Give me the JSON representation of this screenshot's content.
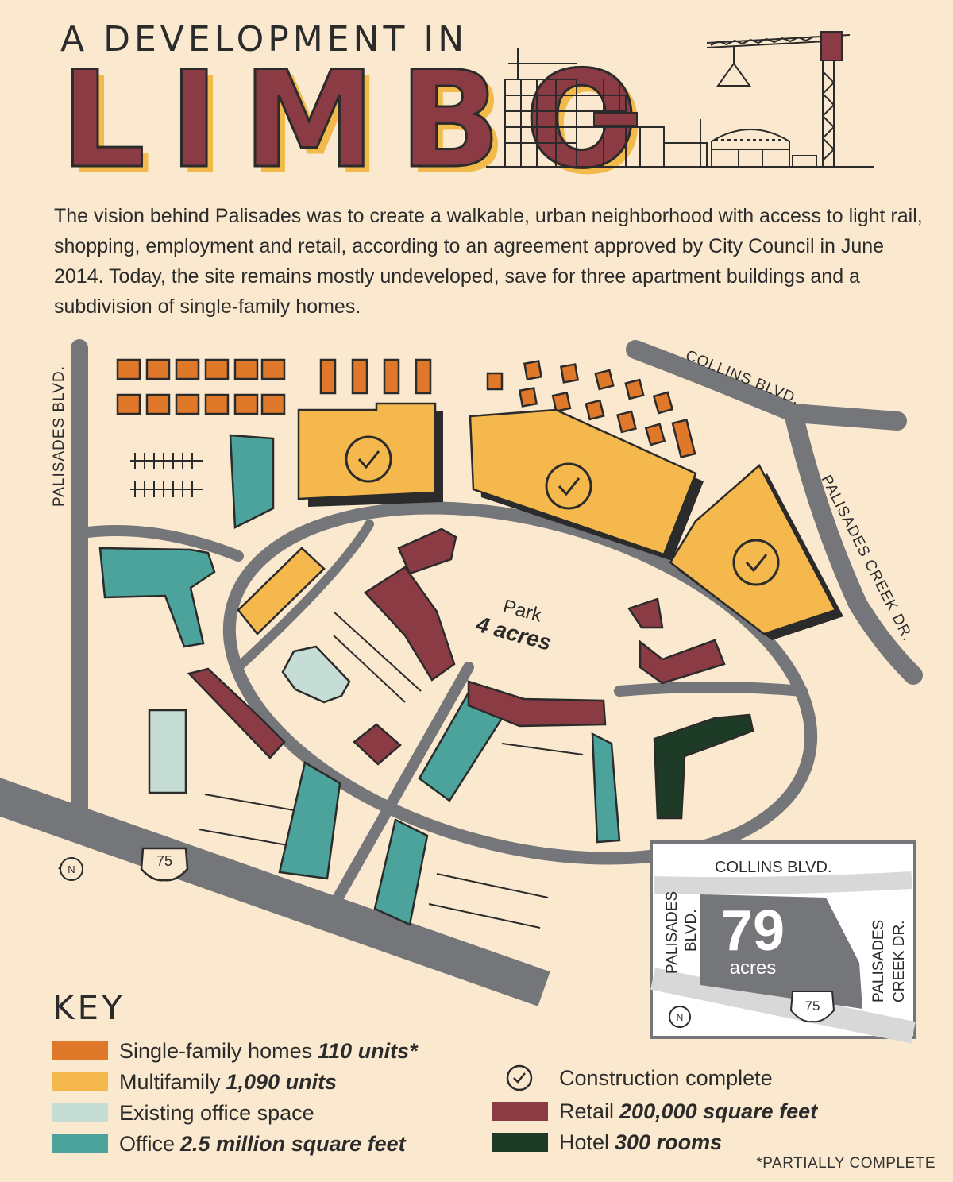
{
  "header": {
    "title_top": "A DEVELOPMENT IN",
    "title_big": "LIMBO"
  },
  "intro": "The vision behind Palisades was to create a walkable, urban neighborhood with access to light rail, shopping, employment and retail, according to an agreement approved by City Council in June 2014. Today, the site remains mostly undeveloped, save for three apartment buildings and a subdivision of single-family homes.",
  "colors": {
    "single_family": "#e0782a",
    "multifamily": "#f4b84c",
    "existing_office": "#c6ddd6",
    "office": "#4ba39c",
    "retail": "#8a3b44",
    "hotel": "#1d3b26",
    "road": "#757679",
    "background": "#fbe9cf",
    "outline": "#2b2b2b"
  },
  "map": {
    "roads": {
      "palisades_blvd": "PALISADES BLVD.",
      "collins_blvd": "COLLINS BLVD.",
      "palisades_creek_dr": "PALISADES CREEK DR.",
      "highway": "75"
    },
    "park": {
      "label": "Park",
      "size": "4 acres"
    },
    "north_icon": "N"
  },
  "inset": {
    "collins": "COLLINS BLVD.",
    "palisades_line1": "PALISADES",
    "palisades_line2": "BLVD.",
    "creek_line1": "PALISADES",
    "creek_line2": "CREEK DR.",
    "acreage": "79",
    "acreage_unit": "acres",
    "highway": "75",
    "north_icon": "N"
  },
  "key": {
    "title": "KEY",
    "items": [
      {
        "label": "Single-family homes",
        "value": "110 units*",
        "color": "#e0782a"
      },
      {
        "label": "Multifamily",
        "value": "1,090 units",
        "color": "#f4b84c"
      },
      {
        "label": "Existing office space",
        "value": "",
        "color": "#c6ddd6"
      },
      {
        "label": "Office",
        "value": "2.5 million square feet",
        "color": "#4ba39c"
      }
    ],
    "right_items": [
      {
        "label": "Construction complete",
        "value": "",
        "icon": "check-circle-icon"
      },
      {
        "label": "Retail",
        "value": "200,000 square feet",
        "color": "#8a3b44"
      },
      {
        "label": "Hotel",
        "value": "300 rooms",
        "color": "#1d3b26"
      }
    ],
    "footnote": "*PARTIALLY COMPLETE"
  }
}
